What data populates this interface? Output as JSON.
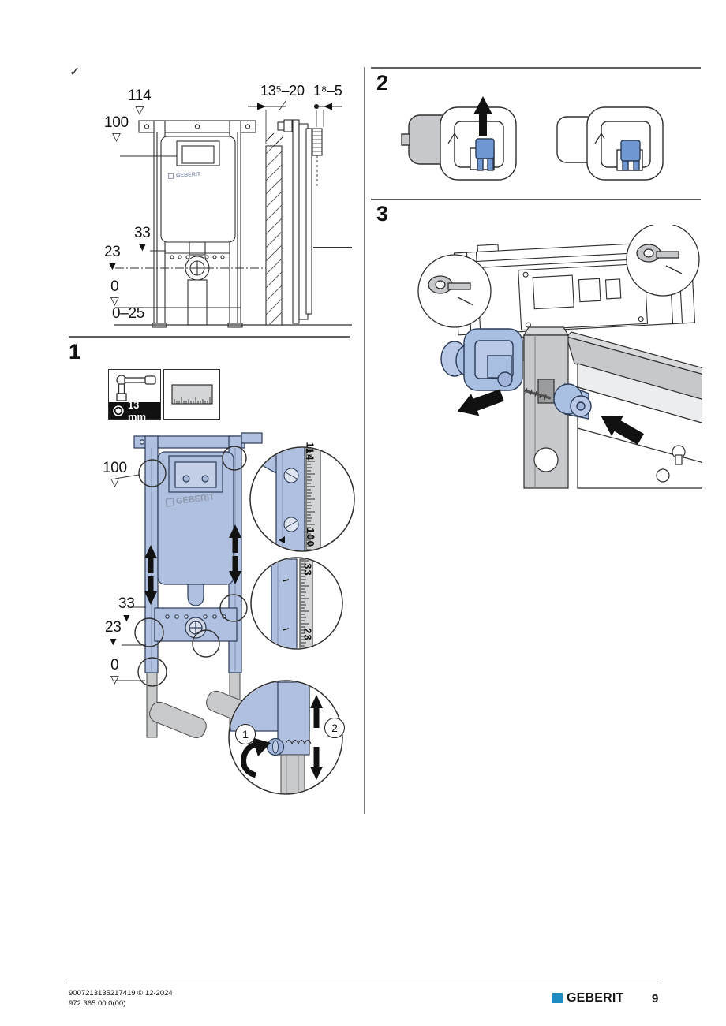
{
  "page": {
    "checkmark": "✓"
  },
  "overview": {
    "brand": "GEBERIT",
    "d114": {
      "v": "114",
      "m": "▽"
    },
    "d100": {
      "v": "100",
      "m": "▽"
    },
    "d33": {
      "v": "33",
      "m": "▼"
    },
    "d23": {
      "v": "23",
      "m": "▼"
    },
    "d0": {
      "v": "0",
      "m": "▽"
    },
    "range": "0–25",
    "wall_depth": "13⁵–20",
    "gap": "1⁸–5"
  },
  "step1": {
    "number": "1",
    "tool_socket": "13 mm",
    "brand": "GEBERIT",
    "d100": {
      "v": "100",
      "m": "▽"
    },
    "d33": {
      "v": "33",
      "m": "▼"
    },
    "d23": {
      "v": "23",
      "m": "▼"
    },
    "d0": {
      "v": "0",
      "m": "▽"
    },
    "ruler_top": {
      "a": "114",
      "b": "100"
    },
    "ruler_mid": {
      "a": "33",
      "b": "23"
    },
    "detail": {
      "n1": "1",
      "n2": "2"
    }
  },
  "step2": {
    "number": "2"
  },
  "step3": {
    "number": "3"
  },
  "footer": {
    "doc_id": "9007213135217419 © 12-2024",
    "product_code": "972.365.00.0(00)",
    "brand": "GEBERIT",
    "page_number": "9"
  },
  "colors": {
    "frame_blue": "#b0c0e0",
    "clip_blue": "#6f97d2",
    "brand_blue": "#1e8bc3",
    "metal_gray": "#c6c8cb"
  }
}
